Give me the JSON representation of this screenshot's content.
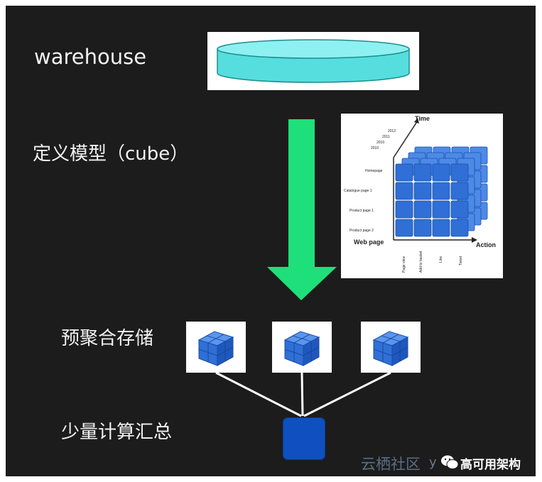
{
  "diagram": {
    "labels": {
      "warehouse": "warehouse",
      "define_model": "定义模型（cube）",
      "pre_aggregate": "预聚合存储",
      "summary": "少量计算汇总"
    },
    "cube_image": {
      "axis_time": "Time",
      "axis_web_page": "Web page",
      "axis_action": "Action",
      "years": [
        "2012",
        "2011",
        "2010",
        "2010"
      ],
      "pages": [
        "Homepage",
        "Catalogue page 1",
        "Product page 1",
        "Product page 2"
      ],
      "actions": [
        "Page view",
        "Add to basket",
        "Like",
        "Tweet"
      ]
    }
  },
  "watermark": {
    "left_text": "云栖社区",
    "url_text": "y",
    "right_text": "高可用架构",
    "icon": "wechat-icon"
  },
  "colors": {
    "background": "#1c1c1c",
    "arrow": "#1ee07a",
    "db_fill": "#5ee2e2",
    "cube_blue": "#2f6fd6",
    "result_box": "#0f4fc0"
  }
}
